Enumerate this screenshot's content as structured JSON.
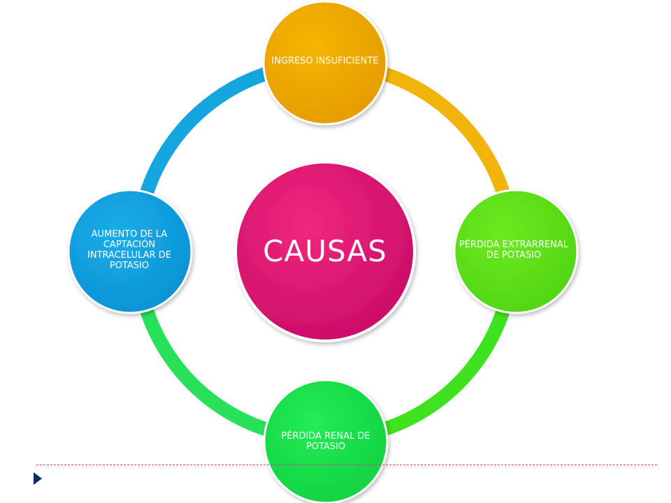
{
  "diagram": {
    "center": {
      "label": "CAUSAS",
      "color": "#e01077"
    },
    "nodes": [
      {
        "id": "top",
        "label": "INGRESO INSUFICIENTE",
        "color": "#f0a800"
      },
      {
        "id": "right",
        "label": "PÉRDIDA EXTRARRENAL DE POTASIO",
        "color": "#5ee018"
      },
      {
        "id": "bottom",
        "label": "PÉRDIDA RENAL DE POTASIO",
        "color": "#18e048"
      },
      {
        "id": "left",
        "label": "AUMENTO DE LA CAPTACIÓN INTRACELULAR DE POTASIO",
        "color": "#109ee0"
      }
    ],
    "arcs": [
      {
        "from": "top",
        "to": "right",
        "color": "#f2b30a"
      },
      {
        "from": "right",
        "to": "bottom",
        "color": "#3fe21e"
      },
      {
        "from": "bottom",
        "to": "left",
        "color": "#28e05a"
      },
      {
        "from": "left",
        "to": "top",
        "color": "#15a6df"
      }
    ]
  },
  "footer": {
    "line_color": "#e0338a",
    "arrow_color": "#0f2a67"
  }
}
